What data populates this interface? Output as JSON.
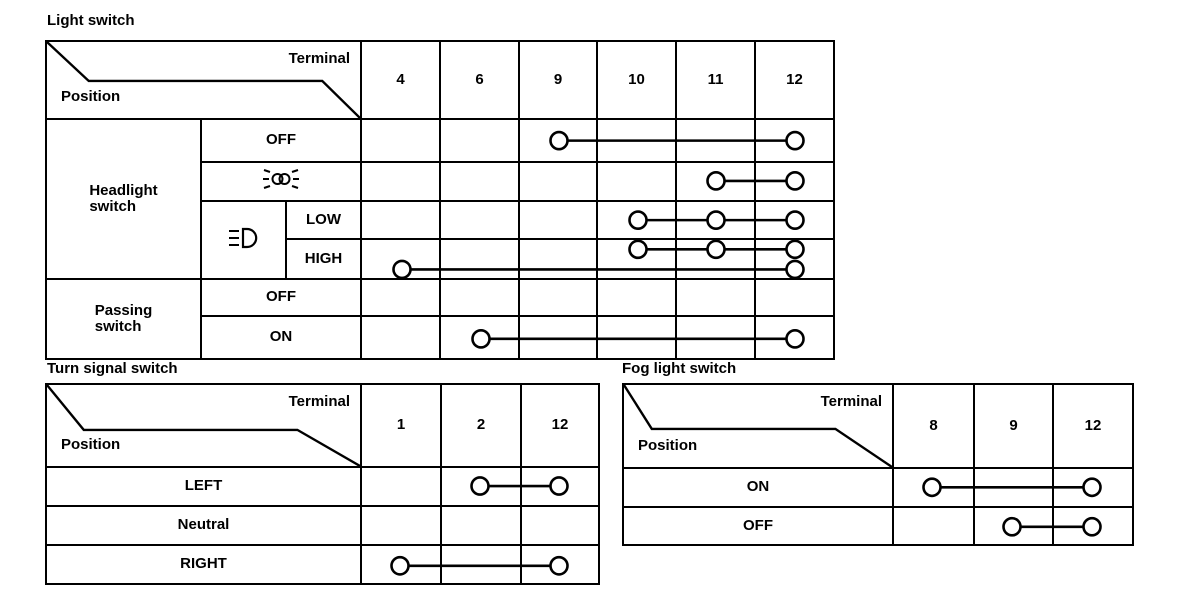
{
  "page": {
    "background": "#ffffff",
    "ink": "#000000"
  },
  "light_switch": {
    "title": "Light switch",
    "terminal_label": "Terminal",
    "position_label": "Position",
    "terminals": [
      "4",
      "6",
      "9",
      "10",
      "11",
      "12"
    ],
    "groups": {
      "headlight": "Headlight\nswitch",
      "passing": "Passing\nswitch"
    },
    "positions": {
      "headlight_off": "OFF",
      "low": "LOW",
      "high": "HIGH",
      "passing_off": "OFF",
      "passing_on": "ON"
    },
    "icons": {
      "parking": "parking-lights-icon",
      "headlight": "low-beam-headlight-icon"
    },
    "connections": [
      {
        "row": "OFF",
        "terminals": [
          "9",
          "12"
        ]
      },
      {
        "row": "parking-lights",
        "terminals": [
          "11",
          "12"
        ]
      },
      {
        "row": "LOW",
        "terminals": [
          "10",
          "11",
          "12"
        ]
      },
      {
        "row": "HIGH",
        "terminals": [
          "10",
          "11",
          "12"
        ]
      },
      {
        "row": "HIGH",
        "terminals": [
          "4",
          "12"
        ]
      },
      {
        "row": "passing ON",
        "terminals": [
          "6",
          "12"
        ]
      }
    ]
  },
  "turn_signal_switch": {
    "title": "Turn signal switch",
    "terminal_label": "Terminal",
    "position_label": "Position",
    "terminals": [
      "1",
      "2",
      "12"
    ],
    "positions": {
      "left": "LEFT",
      "neutral": "Neutral",
      "right": "RIGHT"
    },
    "connections": [
      {
        "row": "LEFT",
        "terminals": [
          "2",
          "12"
        ]
      },
      {
        "row": "RIGHT",
        "terminals": [
          "1",
          "12"
        ]
      }
    ]
  },
  "fog_light_switch": {
    "title": "Fog light switch",
    "terminal_label": "Terminal",
    "position_label": "Position",
    "terminals": [
      "8",
      "9",
      "12"
    ],
    "positions": {
      "on": "ON",
      "off": "OFF"
    },
    "connections": [
      {
        "row": "ON",
        "terminals": [
          "8",
          "12"
        ]
      },
      {
        "row": "OFF",
        "terminals": [
          "9",
          "12"
        ]
      }
    ]
  }
}
